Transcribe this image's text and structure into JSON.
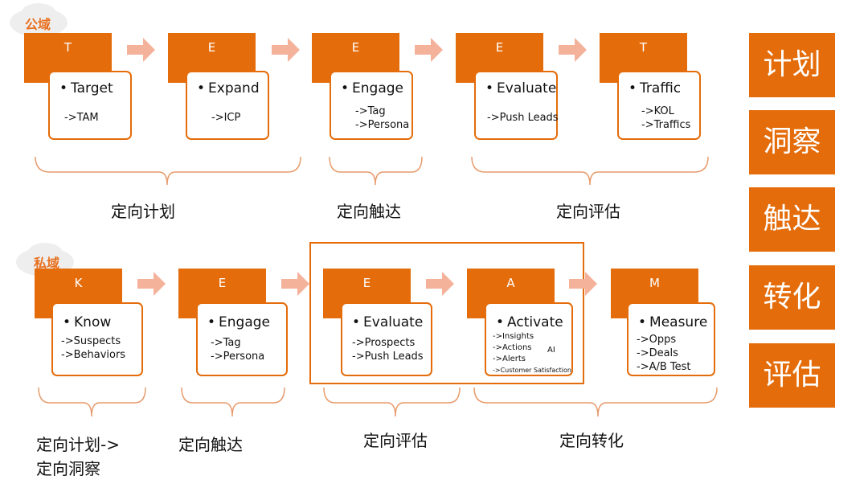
{
  "public": {
    "badge": "公域",
    "stages": [
      {
        "letter": "T",
        "title": "Target",
        "lines": [
          "->TAM"
        ]
      },
      {
        "letter": "E",
        "title": "Expand",
        "lines": [
          "->ICP"
        ]
      },
      {
        "letter": "E",
        "title": "Engage",
        "lines": [
          "->Tag",
          "->Persona"
        ]
      },
      {
        "letter": "E",
        "title": "Evaluate",
        "lines": [
          "->Push Leads"
        ]
      },
      {
        "letter": "T",
        "title": "Traffic",
        "lines": [
          "->KOL",
          "->Traffics"
        ]
      }
    ],
    "groups": [
      "定向计划",
      "定向触达",
      "定向评估"
    ]
  },
  "private": {
    "badge": "私域",
    "stages": [
      {
        "letter": "K",
        "title": "Know",
        "lines": [
          "->Suspects",
          "->Behaviors"
        ]
      },
      {
        "letter": "E",
        "title": "Engage",
        "lines": [
          "->Tag",
          "->Persona"
        ]
      },
      {
        "letter": "E",
        "title": "Evaluate",
        "lines": [
          "->Prospects",
          "->Push Leads"
        ]
      },
      {
        "letter": "A",
        "title": "Activate",
        "lines": [
          "->Insights",
          "->Actions",
          "->Alerts",
          "->Customer Satisfaction"
        ],
        "note": "AI"
      },
      {
        "letter": "M",
        "title": "Measure",
        "lines": [
          "->Opps",
          "->Deals",
          "->A/B Test"
        ]
      }
    ],
    "groups": [
      "定向计划->",
      "定向洞察",
      "定向触达",
      "定向评估",
      "定向转化"
    ]
  },
  "side_labels": [
    "计划",
    "洞察",
    "触达",
    "转化",
    "评估"
  ],
  "colors": {
    "accent": "#e46c0a",
    "arrow": "#f4b29a",
    "badge_text": "#e8701f",
    "bracket": "#e79b6c"
  }
}
